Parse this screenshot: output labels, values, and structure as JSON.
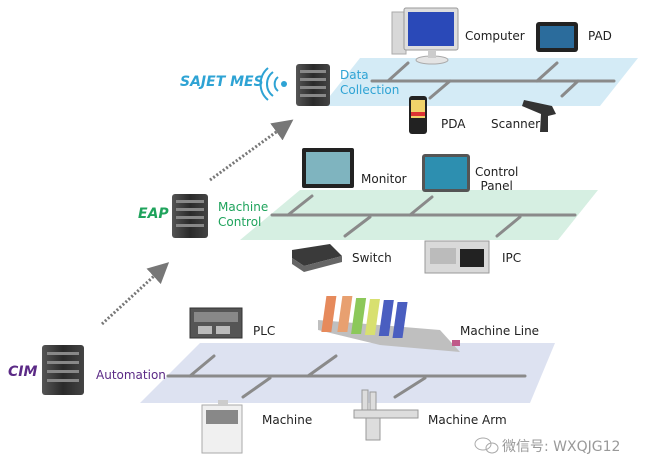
{
  "colors": {
    "mes": "#2ea3d4",
    "eap": "#1fa35c",
    "cim": "#5b2a86",
    "plane_mes": "#d4ebf6",
    "plane_eap": "#d6efe2",
    "plane_cim": "#dde2f1",
    "bus": "#8a8a8a"
  },
  "tiers": [
    {
      "id": "mes",
      "name": "SAJET MES",
      "role": [
        "Data",
        "Collection"
      ],
      "devices": [
        {
          "label": "Computer",
          "icon": "desktop-computer-icon"
        },
        {
          "label": "PAD",
          "icon": "tablet-icon"
        },
        {
          "label": "PDA",
          "icon": "pda-icon"
        },
        {
          "label": "Scanner",
          "icon": "barcode-scanner-icon"
        }
      ]
    },
    {
      "id": "eap",
      "name": "EAP",
      "role": [
        "Machine",
        "Control"
      ],
      "devices": [
        {
          "label": "Monitor",
          "icon": "monitor-icon"
        },
        {
          "label": [
            "Control",
            "Panel"
          ],
          "icon": "control-panel-icon"
        },
        {
          "label": "Switch",
          "icon": "network-switch-icon"
        },
        {
          "label": "IPC",
          "icon": "industrial-pc-icon"
        }
      ]
    },
    {
      "id": "cim",
      "name": "CIM",
      "role": [
        "Automation"
      ],
      "devices": [
        {
          "label": "PLC",
          "icon": "plc-icon"
        },
        {
          "label": "Machine Line",
          "icon": "machine-line-icon"
        },
        {
          "label": "Machine",
          "icon": "machine-icon"
        },
        {
          "label": "Machine Arm",
          "icon": "machine-arm-icon"
        }
      ]
    }
  ],
  "watermark": "微信号: WXQJG12"
}
